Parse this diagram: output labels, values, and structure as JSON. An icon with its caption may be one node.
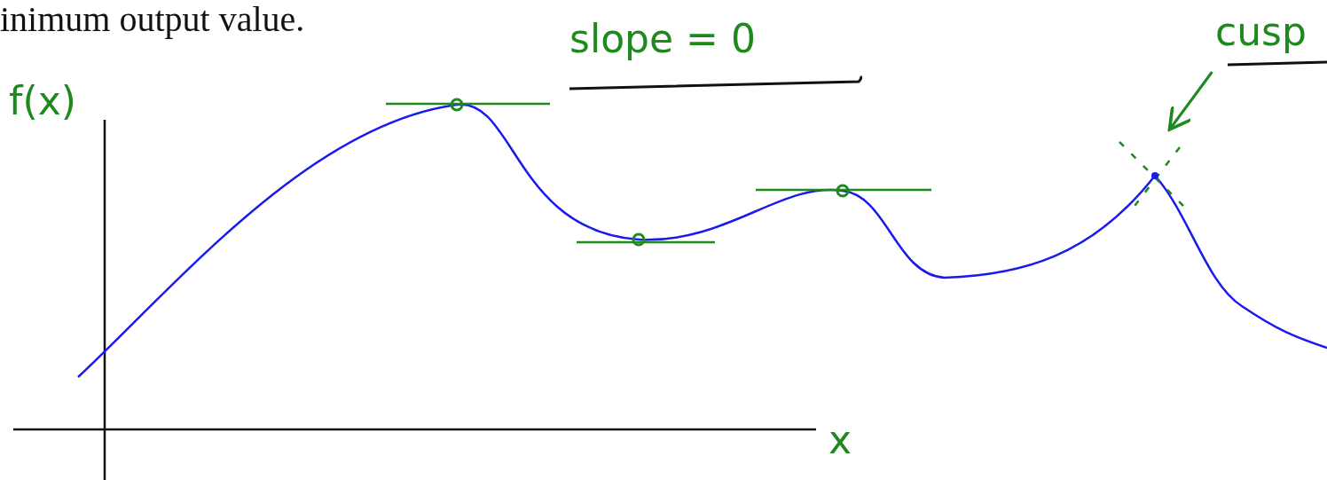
{
  "diagram": {
    "nodes": [
      {
        "text": [
          "cusp"
        ]
      },
      {
        "text": [],
        "shape": "circle"
      }
    ],
    "edges": [
      {
        "from": 0,
        "to": 1,
        "arrow": "to"
      }
    ],
    "labels": [
      "inimum output value.",
      "slope = 0",
      "f(x)",
      "x"
    ]
  }
}
